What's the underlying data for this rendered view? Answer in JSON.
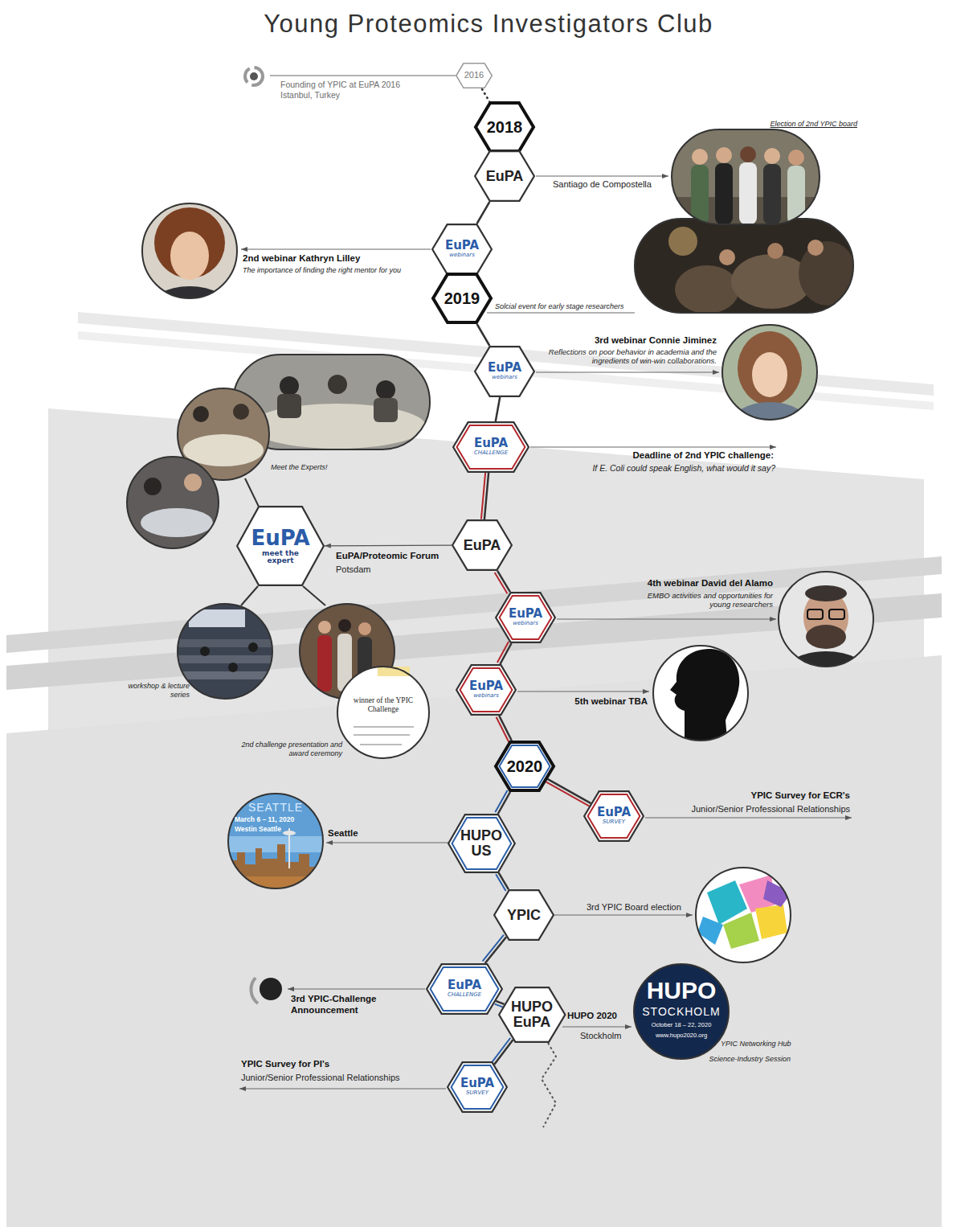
{
  "diagram": {
    "title": "Young Proteomics Investigators Club",
    "nodes": [
      {
        "text": [
          "2016"
        ]
      },
      {
        "text": [
          "2018"
        ]
      },
      {
        "text": [
          "EuPA"
        ]
      },
      {
        "text": [
          "EuPA",
          "webinars"
        ]
      },
      {
        "text": [
          "2019"
        ]
      },
      {
        "text": [
          "EuPA",
          "webinars"
        ]
      },
      {
        "text": [
          "EuPA",
          "CHALLENGE"
        ]
      },
      {
        "text": [
          "EuPA"
        ]
      },
      {
        "text": [
          "EuPA",
          "meet the expert"
        ]
      },
      {
        "text": [
          "EuPA",
          "webinars"
        ]
      },
      {
        "text": [
          "EuPA",
          "webinars"
        ]
      },
      {
        "text": [
          "2020"
        ]
      },
      {
        "text": [
          "EuPA",
          "SURVEY"
        ]
      },
      {
        "text": [
          "HUPO US"
        ]
      },
      {
        "text": [
          "YPIC"
        ]
      },
      {
        "text": [
          "EuPA",
          "CHALLENGE"
        ]
      },
      {
        "text": [
          "HUPO EuPA"
        ]
      },
      {
        "text": [
          "EuPA",
          "SURVEY"
        ]
      }
    ],
    "edges": [
      {
        "from": 0,
        "to": 1,
        "arrow": "none"
      },
      {
        "from": 1,
        "to": 2,
        "arrow": "none"
      },
      {
        "from": 2,
        "to": 3,
        "arrow": "none"
      },
      {
        "from": 3,
        "to": 4,
        "arrow": "none"
      },
      {
        "from": 4,
        "to": 5,
        "arrow": "none"
      },
      {
        "from": 5,
        "to": 6,
        "arrow": "none"
      },
      {
        "from": 6,
        "to": 7,
        "arrow": "none"
      },
      {
        "from": 7,
        "to": 8,
        "arrow": "to"
      },
      {
        "from": 7,
        "to": 9,
        "arrow": "none"
      },
      {
        "from": 9,
        "to": 10,
        "arrow": "none"
      },
      {
        "from": 10,
        "to": 11,
        "arrow": "none"
      },
      {
        "from": 11,
        "to": 12,
        "arrow": "none"
      },
      {
        "from": 11,
        "to": 13,
        "arrow": "none"
      },
      {
        "from": 13,
        "to": 14,
        "arrow": "none"
      },
      {
        "from": 14,
        "to": 15,
        "arrow": "none"
      },
      {
        "from": 15,
        "to": 16,
        "arrow": "none"
      },
      {
        "from": 16,
        "to": 17,
        "arrow": "none"
      }
    ],
    "labels": [
      "Founding of YPIC at EuPA 2016 Istanbul, Turkey",
      "Santiago de Compostella",
      "Election of 2nd YPIC board",
      "2nd webinar Kathryn Lilley",
      "The importance of finding the right mentor for you",
      "Solcial event for early stage researchers",
      "3rd webinar Connie Jiminez",
      "Reflections on poor behavior in academia and the ingredients of win-win collaborations.",
      "Deadline of 2nd YPIC challenge:",
      "If E. Coli could speak English, what would it say?",
      "Meet the Experts!",
      "EuPA/Proteomic Forum",
      "Potsdam",
      "4th webinar David del Alamo",
      "EMBO activities and opportunities for young researchers",
      "workshop & lecture series",
      "winner of the YPIC Challenge",
      "2nd challenge presentation and award ceremony",
      "5th webinar TBA",
      "YPIC Survey for ECR's",
      "Junior/Senior Professional Relationships",
      "SEATTLE",
      "March 6 – 11, 2020",
      "Westin Seattle",
      "Seattle",
      "3rd YPIC Board election",
      "3rd YPIC-Challenge Announcement",
      "HUPO 2020",
      "Stockholm",
      "HUPO",
      "STOCKHOLM",
      "October 18 – 22, 2020",
      "www.hupo2020.org",
      "YPIC Networking Hub",
      "Science-Industry Session",
      "YPIC Survey for PI's",
      "Junior/Senior Professional Relationships"
    ]
  }
}
